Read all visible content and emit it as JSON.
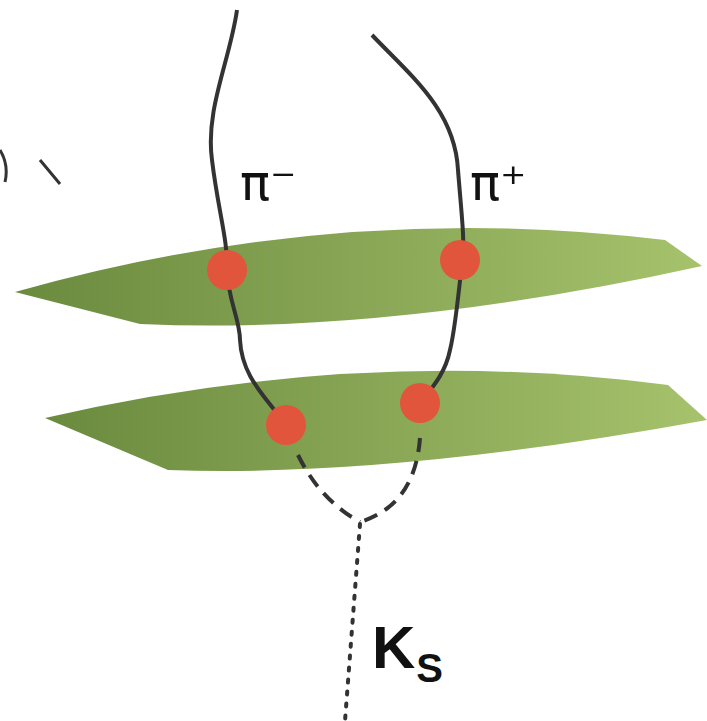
{
  "diagram": {
    "labels": [
      "π⁻",
      "π⁺",
      "K",
      "S"
    ]
  }
}
